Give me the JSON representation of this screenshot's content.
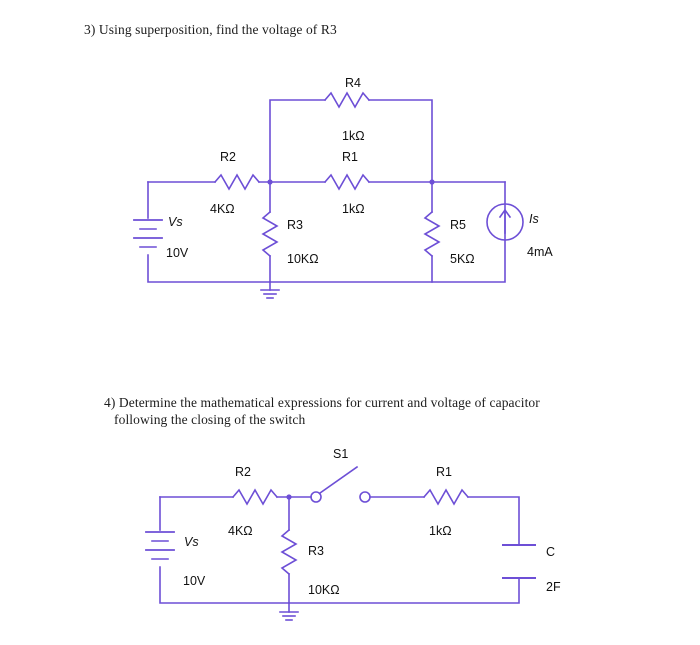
{
  "questions": {
    "q3": "3)  Using superposition, find the voltage of R3",
    "q4_line1": "4)  Determine the mathematical expressions for current and voltage of capacitor",
    "q4_line2": "following the closing of the switch"
  },
  "circuit1": {
    "components": {
      "r4_name": "R4",
      "r4_value": "1kΩ",
      "r2_name": "R2",
      "r2_value": "4KΩ",
      "r1_name": "R1",
      "r1_value": "1kΩ",
      "r3_name": "R3",
      "r3_value": "10KΩ",
      "r5_name": "R5",
      "r5_value": "5KΩ",
      "vs_name": "Vs",
      "vs_value": "10V",
      "is_name": "Is",
      "is_value": "4mA"
    }
  },
  "circuit2": {
    "components": {
      "s1_name": "S1",
      "r2_name": "R2",
      "r2_value": "4KΩ",
      "r1_name": "R1",
      "r1_value": "1kΩ",
      "r3_name": "R3",
      "r3_value": "10KΩ",
      "vs_name": "Vs",
      "vs_value": "10V",
      "c_name": "C",
      "c_value": "2F"
    }
  },
  "colors": {
    "wire": "#6d4fd6",
    "text": "#111111",
    "border": "#e05a5a"
  }
}
